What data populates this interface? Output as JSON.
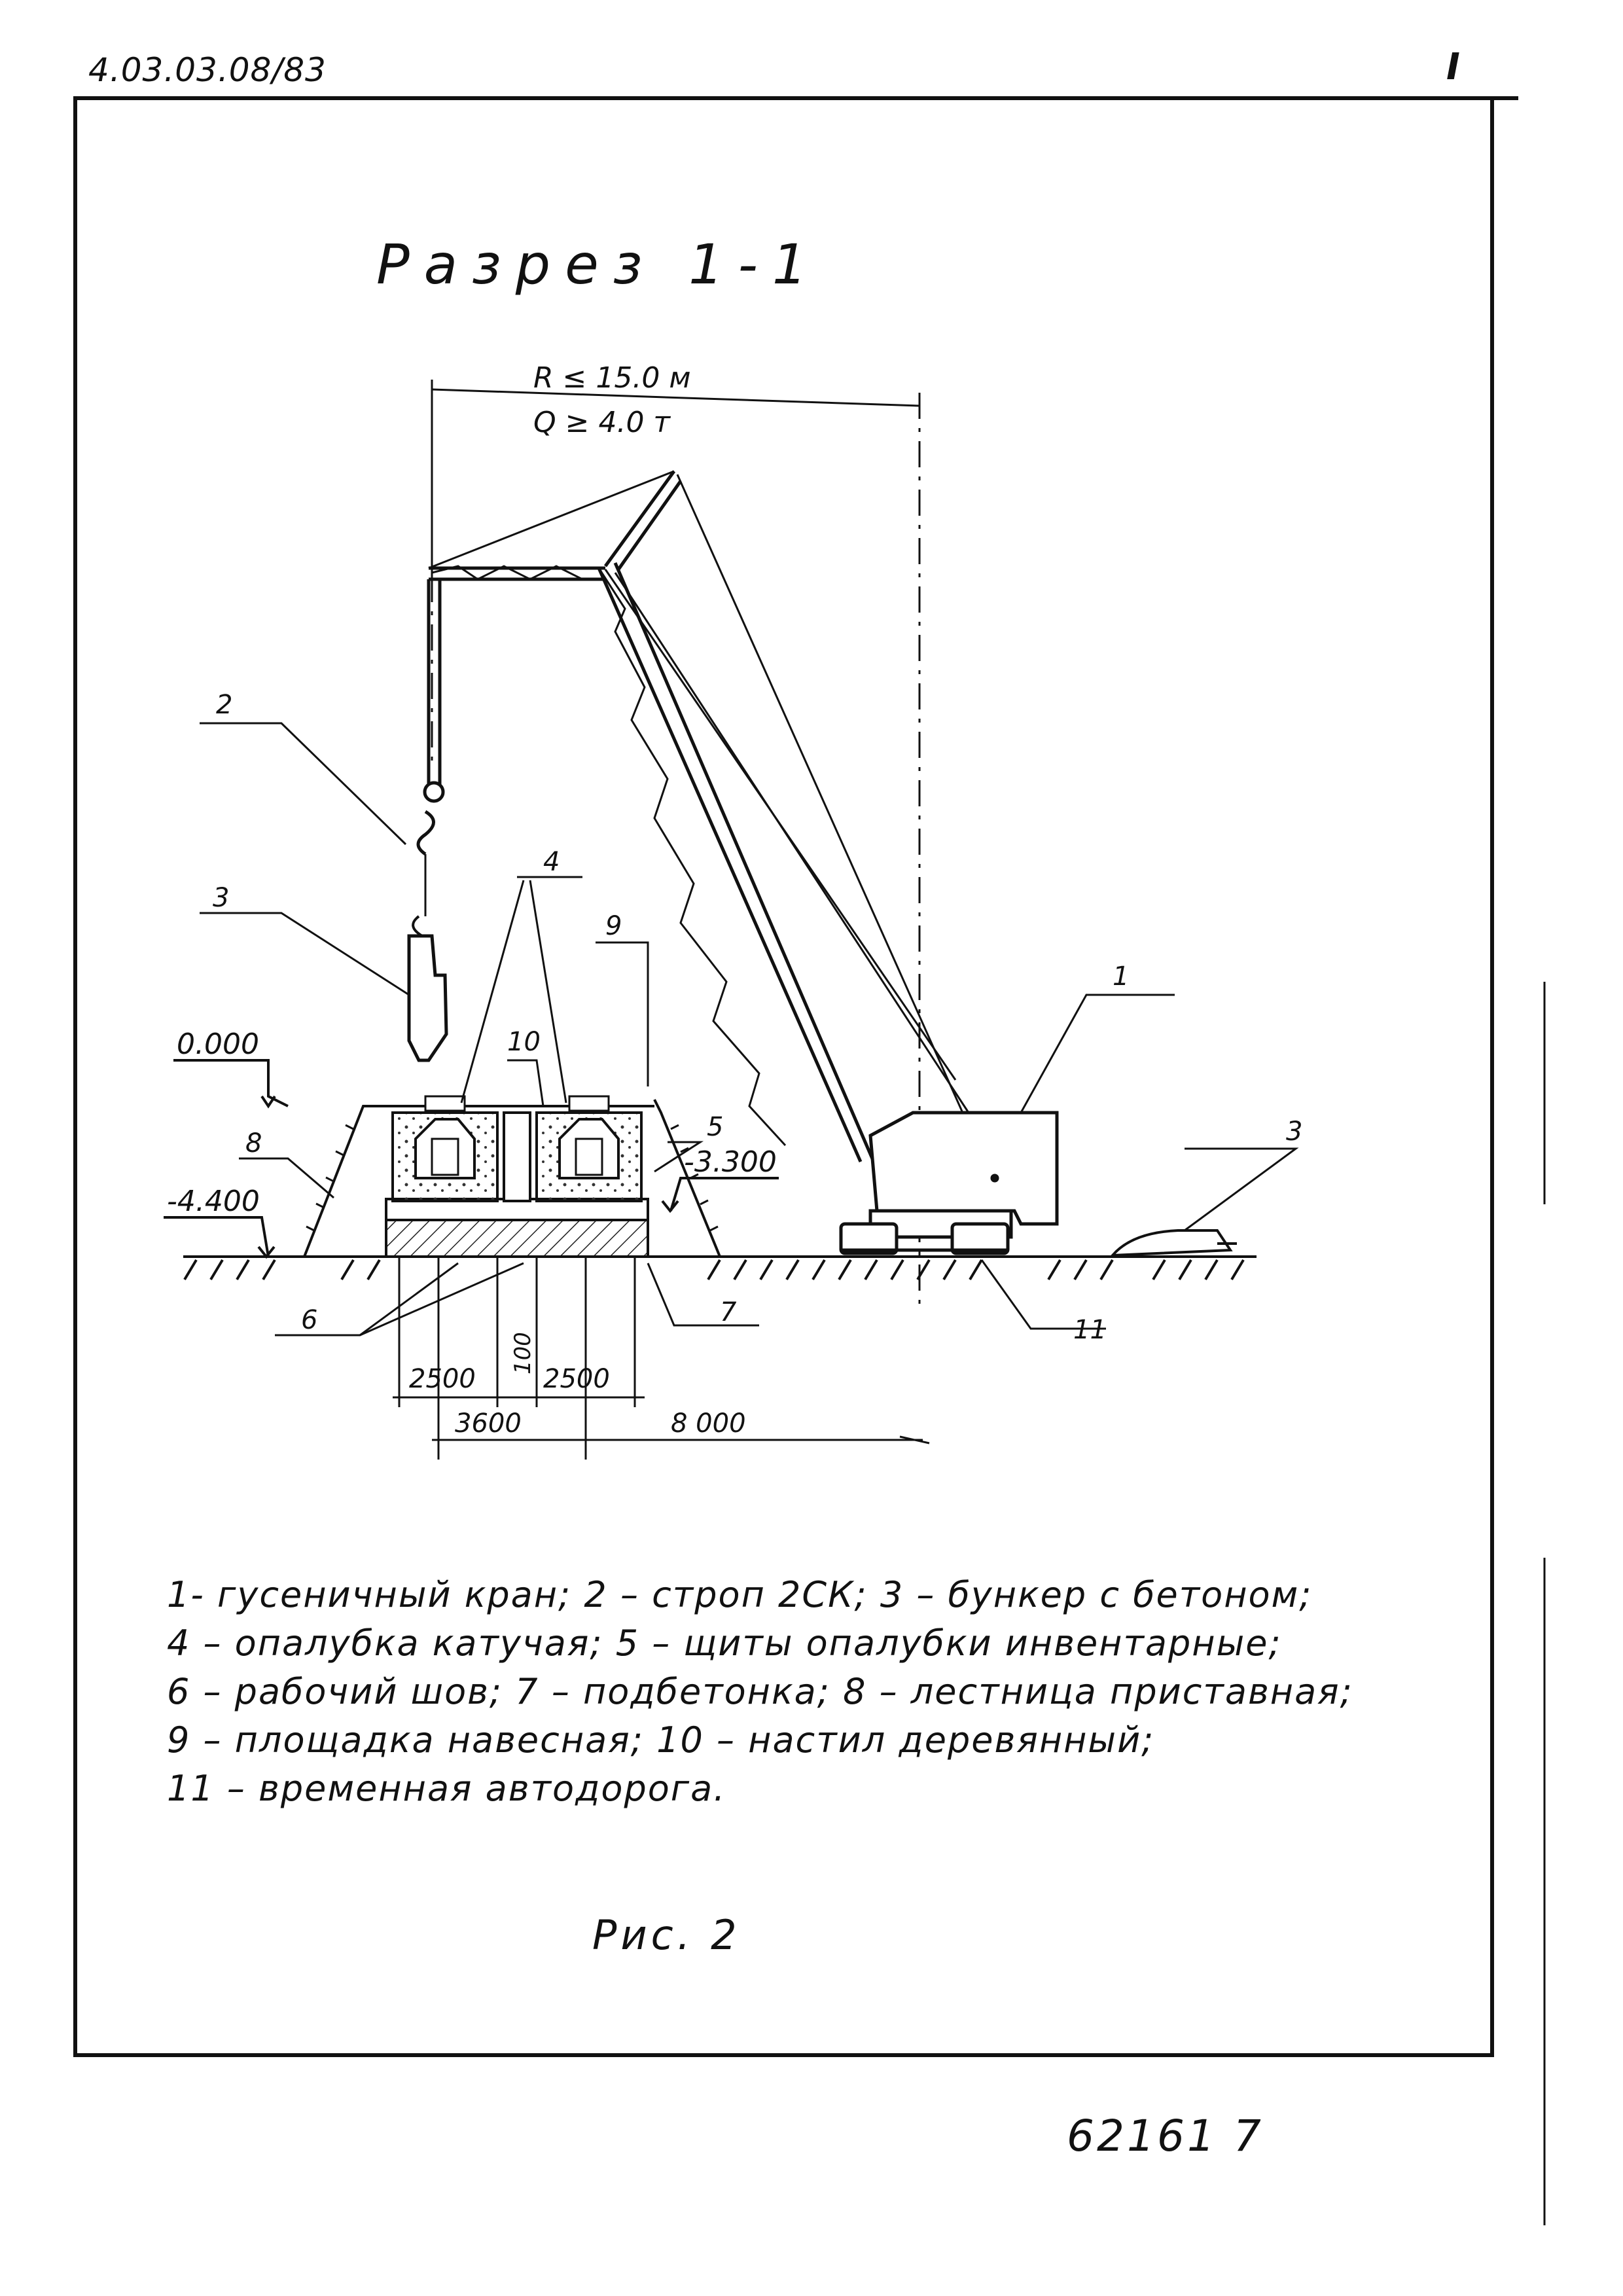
{
  "header": {
    "doc_code": "4.03.03.08/83",
    "sheet_mark": "I"
  },
  "drawing": {
    "section_title": "Разрез 1-1",
    "crane_radius": "R ≤ 15.0 м",
    "crane_load": "Q ≥ 4.0 т",
    "elevations": {
      "top": "0.000",
      "bottom": "-4.400",
      "middle": "-3.300"
    },
    "callouts": [
      "1",
      "2",
      "3",
      "4",
      "5",
      "6",
      "7",
      "8",
      "9",
      "10",
      "11",
      "3"
    ],
    "dimensions": {
      "left_width": "2500",
      "gap": "100",
      "right_width": "2500",
      "axis_span": "3600",
      "crane_offset": "8 000"
    }
  },
  "legend": {
    "items": [
      "1- гусеничный кран;",
      "2 – строп 2СК;",
      "3 – бункер с бетоном;",
      "4 – опалубка катучая;",
      "5 – щиты опалубки инвентарные;",
      "6 – рабочий шов;",
      "7 – подбетонка;",
      "8 – лестница приставная;",
      "9 – площадка навесная;",
      "10 – настил деревянный;",
      "11 – временная автодорога."
    ]
  },
  "figure_caption": "Рис. 2",
  "footer": {
    "page_number": "62161 7"
  }
}
